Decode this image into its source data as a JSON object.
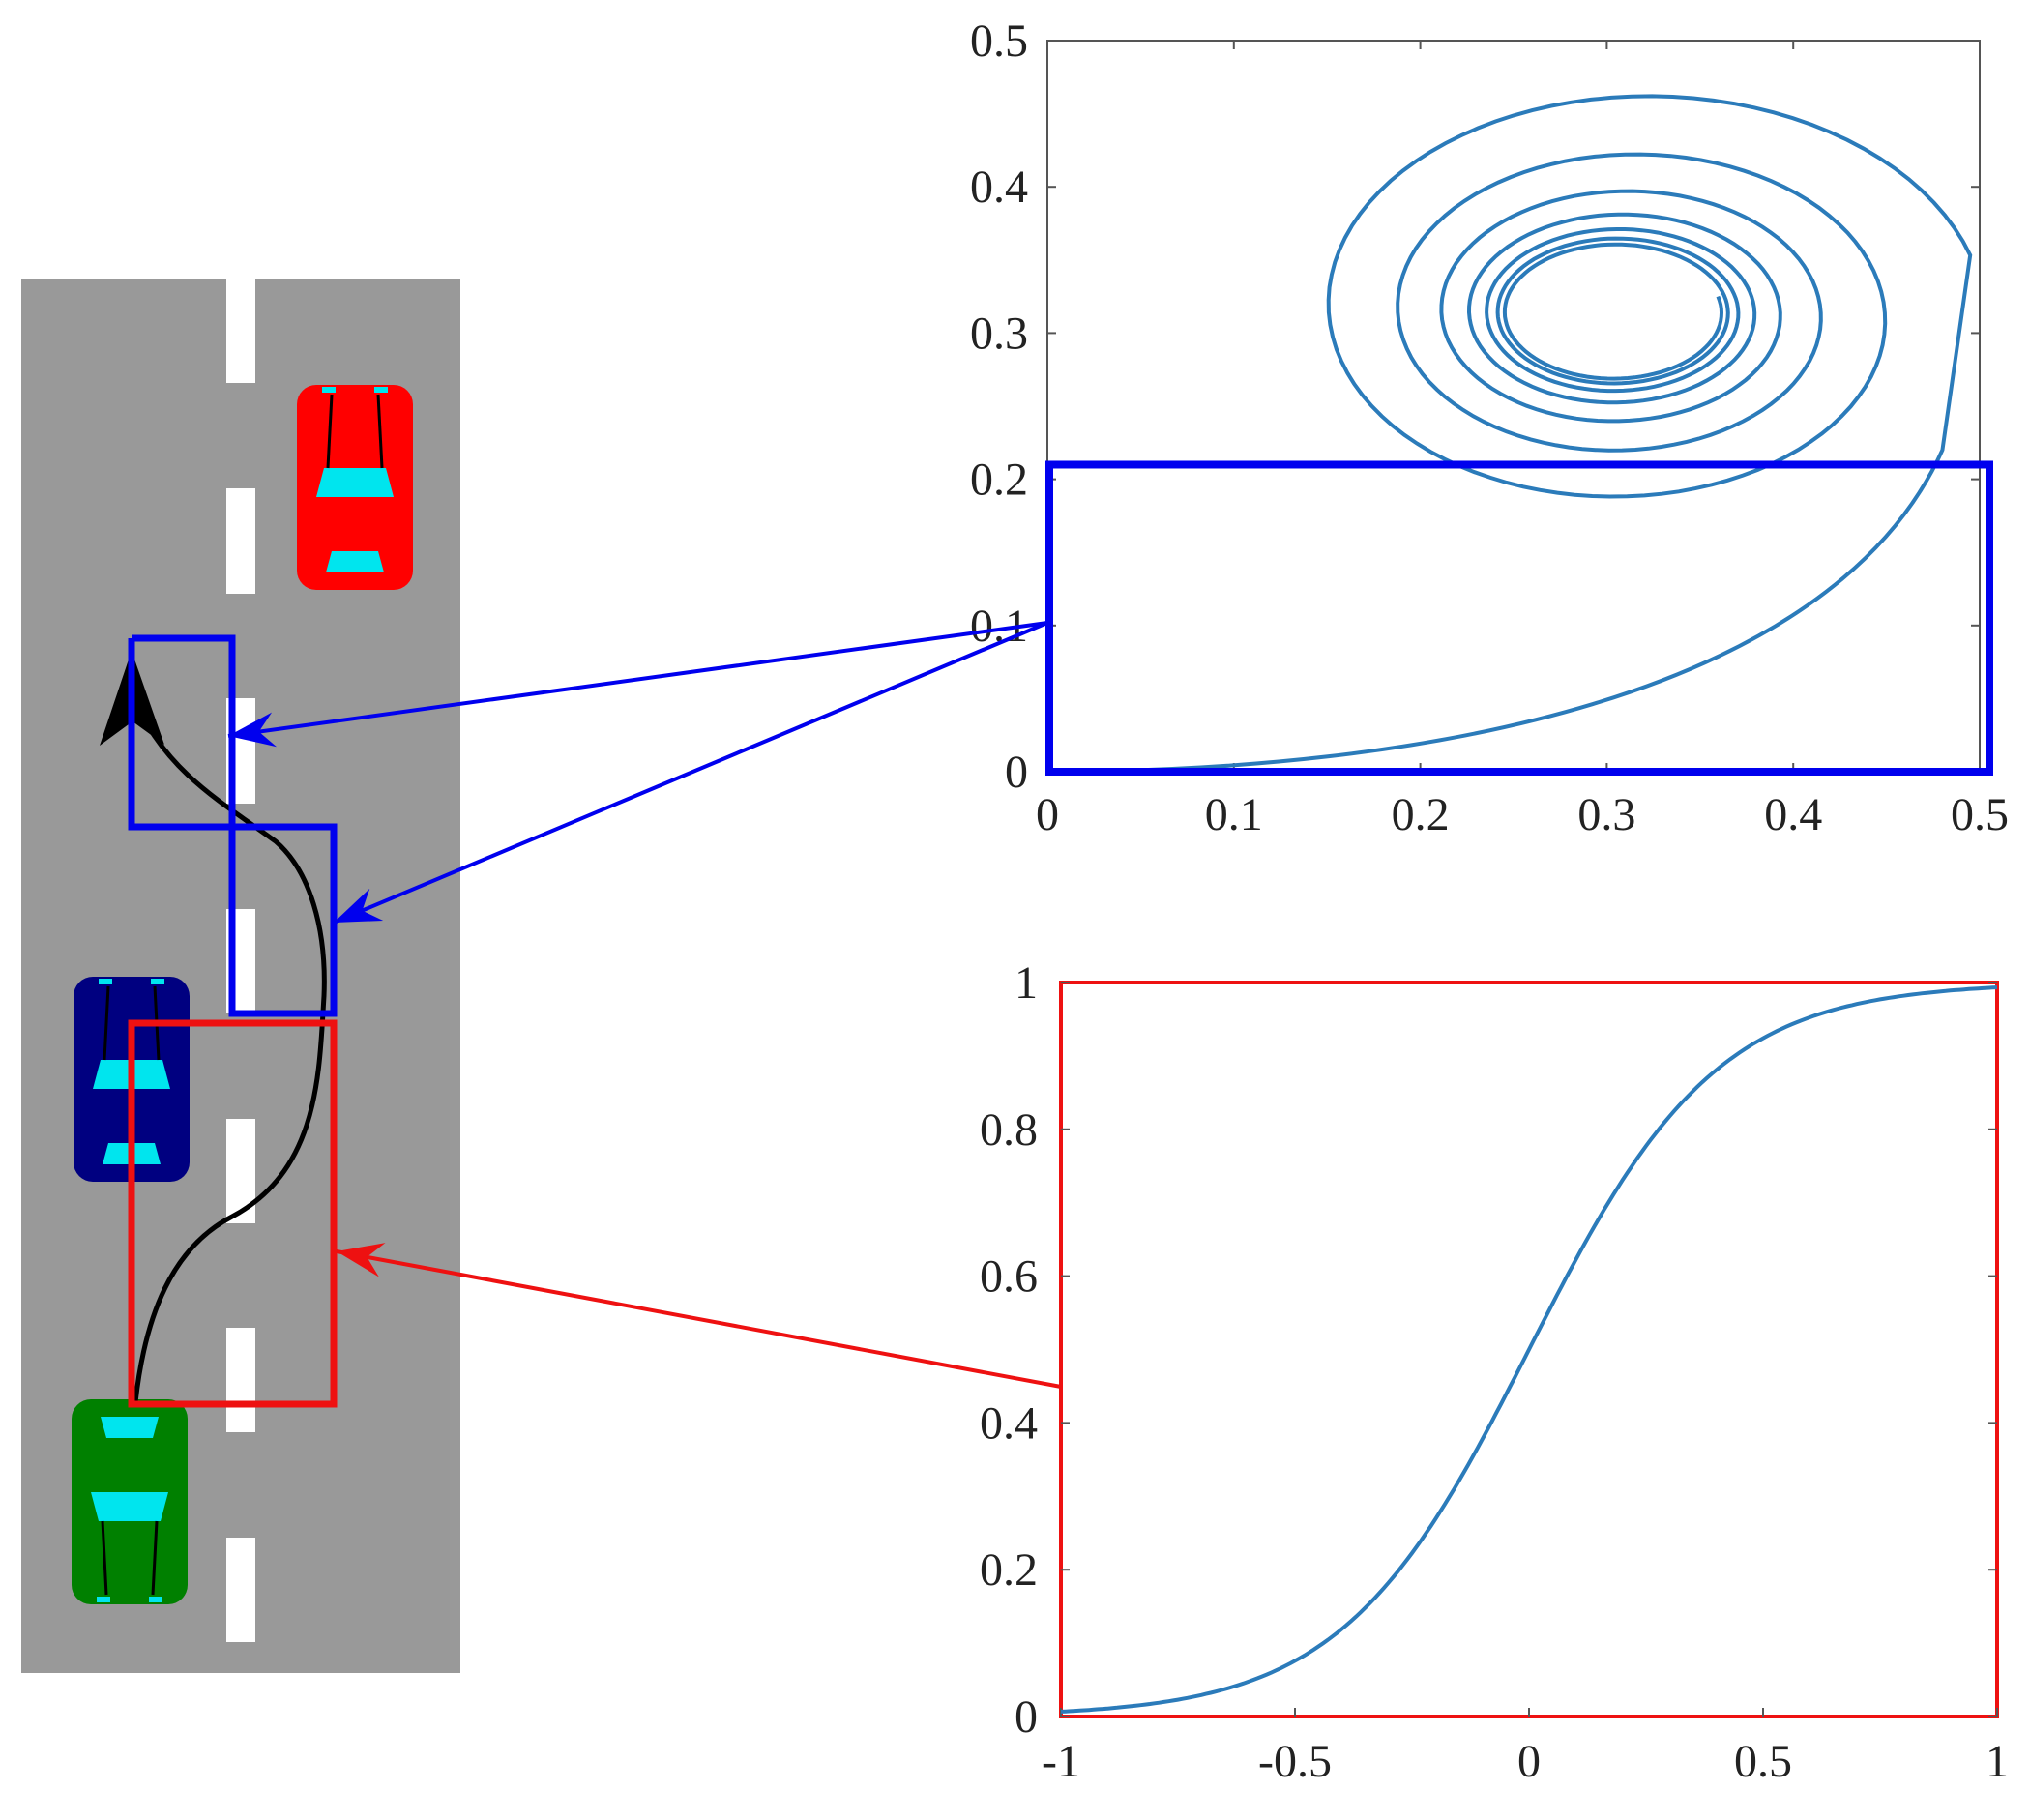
{
  "colors": {
    "road": "#999999",
    "lane_marking": "#ffffff",
    "trajectory": "#000000",
    "curve": "#2b7bba",
    "blue_highlight": "#0000ee",
    "red_highlight": "#ee1111",
    "axes": "#555555",
    "car_red": "#ff0000",
    "car_navy": "#000080",
    "car_green": "#008000",
    "car_window": "#00e5ee"
  },
  "cars": [
    {
      "name": "red-car",
      "color_key": "car_red",
      "facing": "down"
    },
    {
      "name": "navy-car",
      "color_key": "car_navy",
      "facing": "down"
    },
    {
      "name": "green-car",
      "color_key": "car_green",
      "facing": "up"
    }
  ],
  "icons": [
    "car-icon",
    "arrow-icon",
    "highlight-box"
  ],
  "chart_data": [
    {
      "type": "line",
      "name": "phase-spiral",
      "xlim": [
        0,
        0.5
      ],
      "ylim": [
        0,
        0.5
      ],
      "xticks": [
        0,
        0.1,
        0.2,
        0.3,
        0.4,
        0.5
      ],
      "yticks": [
        0,
        0.1,
        0.2,
        0.3,
        0.4,
        0.5
      ],
      "xtick_labels": [
        "0",
        "0.1",
        "0.2",
        "0.3",
        "0.4",
        "0.5"
      ],
      "ytick_labels": [
        "0",
        "0.1",
        "0.2",
        "0.3",
        "0.4",
        "0.5"
      ],
      "center": [
        0.314,
        0.314
      ],
      "spiral_points": [
        [
          0.0,
          0.0
        ],
        [
          0.13,
          0.0
        ],
        [
          0.2,
          0.011
        ],
        [
          0.3,
          0.044
        ],
        [
          0.4,
          0.115
        ],
        [
          0.48,
          0.22
        ],
        [
          0.503,
          0.276
        ],
        [
          0.49,
          0.37
        ],
        [
          0.44,
          0.423
        ],
        [
          0.33,
          0.447
        ],
        [
          0.22,
          0.42
        ],
        [
          0.2,
          0.324
        ],
        [
          0.234,
          0.248
        ],
        [
          0.3,
          0.218
        ],
        [
          0.38,
          0.24
        ],
        [
          0.4,
          0.33
        ],
        [
          0.36,
          0.385
        ],
        [
          0.28,
          0.393
        ],
        [
          0.236,
          0.35
        ],
        [
          0.24,
          0.28
        ],
        [
          0.31,
          0.244
        ],
        [
          0.37,
          0.262
        ],
        [
          0.383,
          0.3
        ]
      ],
      "highlight_box": {
        "x": [
          0,
          0.5
        ],
        "y": [
          0,
          0.21
        ]
      },
      "grid": false,
      "title": "",
      "xlabel": "",
      "ylabel": ""
    },
    {
      "type": "line",
      "name": "sigmoid",
      "xlim": [
        -1,
        1
      ],
      "ylim": [
        0,
        1
      ],
      "xticks": [
        -1,
        -0.5,
        0,
        0.5,
        1
      ],
      "yticks": [
        0,
        0.2,
        0.4,
        0.6,
        0.8,
        1
      ],
      "xtick_labels": [
        "-1",
        "-0.5",
        "0",
        "0.5",
        "1"
      ],
      "ytick_labels": [
        "0",
        "0.2",
        "0.4",
        "0.6",
        "0.8",
        "1"
      ],
      "series": [
        {
          "x": [
            -1,
            -0.75,
            -0.5,
            -0.25,
            0,
            0.25,
            0.5,
            0.75,
            1
          ],
          "y": [
            0.007,
            0.03,
            0.1,
            0.27,
            0.5,
            0.73,
            0.9,
            0.97,
            0.993
          ]
        }
      ],
      "grid": false,
      "title": "",
      "xlabel": "",
      "ylabel": ""
    }
  ]
}
